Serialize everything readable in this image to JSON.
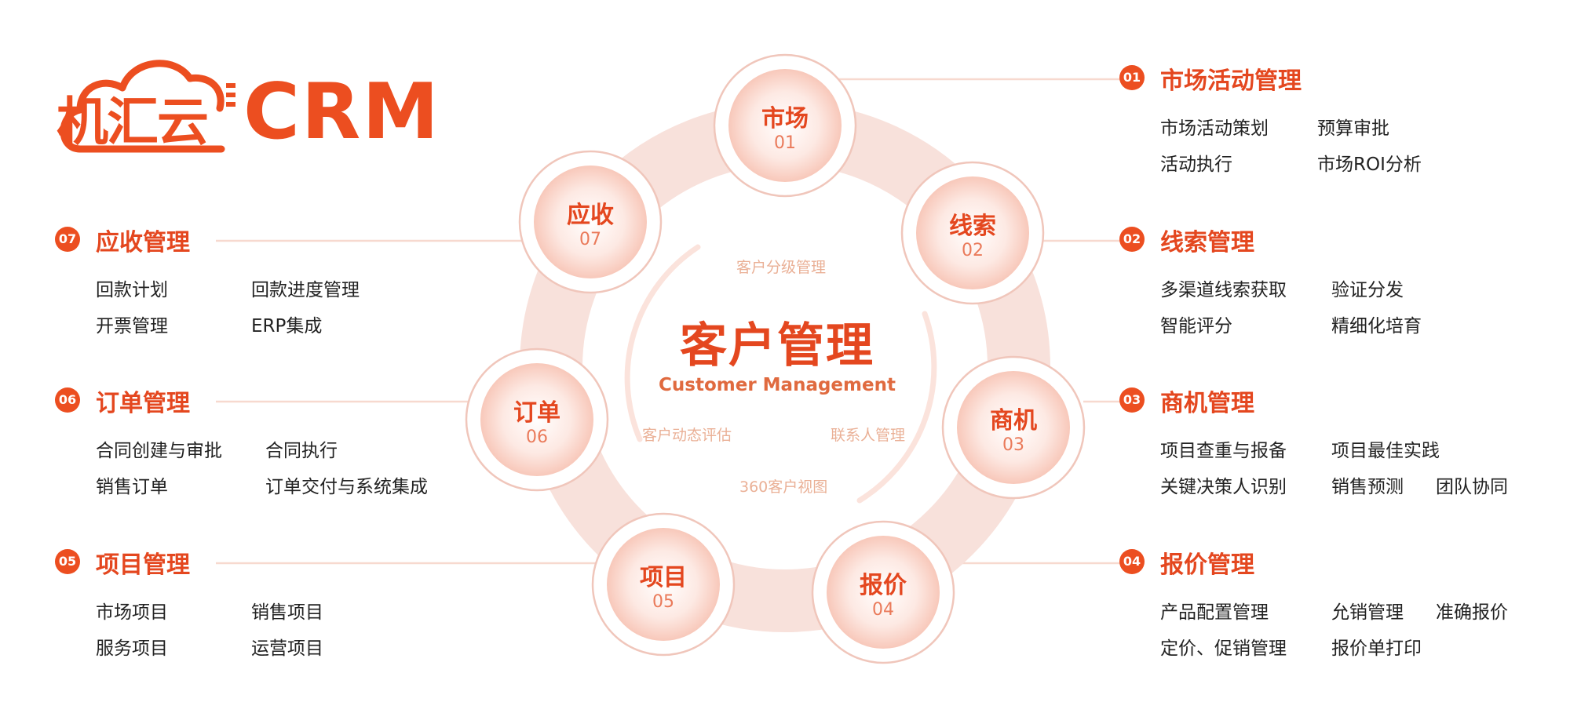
{
  "logo": {
    "cn_text": "机汇云",
    "en_text": "CRM"
  },
  "center": {
    "title": "客户管理",
    "subtitle": "Customer Management",
    "tags": [
      "客户分级管理",
      "联系人管理",
      "360客户视图",
      "客户动态评估"
    ]
  },
  "nodes": [
    {
      "title": "市场",
      "num": "01"
    },
    {
      "title": "线索",
      "num": "02"
    },
    {
      "title": "商机",
      "num": "03"
    },
    {
      "title": "报价",
      "num": "04"
    },
    {
      "title": "项目",
      "num": "05"
    },
    {
      "title": "订单",
      "num": "06"
    },
    {
      "title": "应收",
      "num": "07"
    }
  ],
  "sections": [
    {
      "badge": "01",
      "title": "市场活动管理",
      "items": [
        [
          "市场活动策划",
          "预算审批"
        ],
        [
          "活动执行",
          "市场ROI分析"
        ]
      ]
    },
    {
      "badge": "02",
      "title": "线索管理",
      "items": [
        [
          "多渠道线索获取",
          "验证分发"
        ],
        [
          "智能评分",
          "精细化培育"
        ]
      ]
    },
    {
      "badge": "03",
      "title": "商机管理",
      "items": [
        [
          "项目查重与报备",
          "项目最佳实践"
        ],
        [
          "关键决策人识别",
          "销售预测",
          "团队协同"
        ]
      ]
    },
    {
      "badge": "04",
      "title": "报价管理",
      "items": [
        [
          "产品配置管理",
          "允销管理",
          "准确报价"
        ],
        [
          "定价、促销管理",
          "报价单打印"
        ]
      ]
    },
    {
      "badge": "05",
      "title": "项目管理",
      "items": [
        [
          "市场项目",
          "销售项目"
        ],
        [
          "服务项目",
          "运营项目"
        ]
      ]
    },
    {
      "badge": "06",
      "title": "订单管理",
      "items": [
        [
          "合同创建与审批",
          "合同执行"
        ],
        [
          "销售订单",
          "订单交付与系统集成"
        ]
      ]
    },
    {
      "badge": "07",
      "title": "应收管理",
      "items": [
        [
          "回款计划",
          "回款进度管理"
        ],
        [
          "开票管理",
          "ERP集成"
        ]
      ]
    }
  ],
  "colors": {
    "accent": "#ec4e20",
    "ring": "#f8e1db",
    "node_stroke": "#f0c6bb"
  }
}
